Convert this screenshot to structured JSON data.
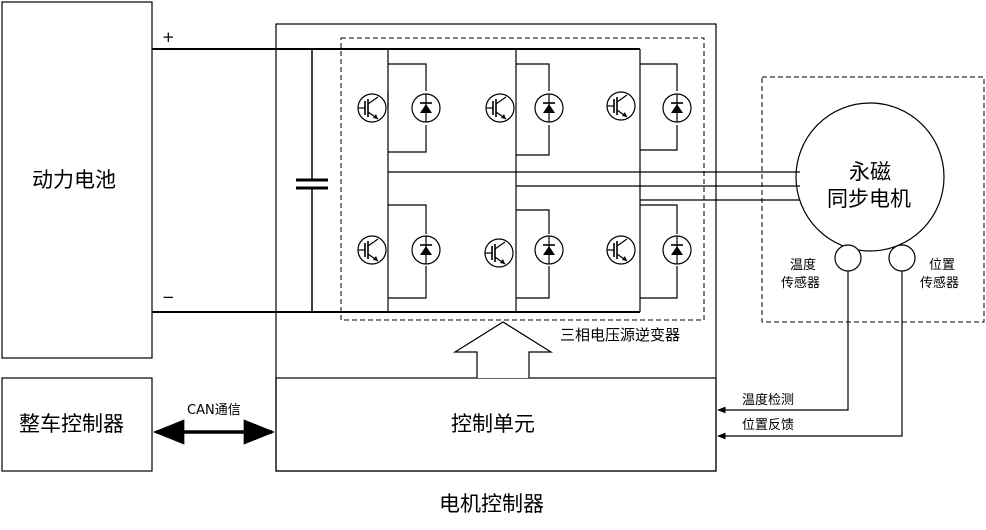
{
  "battery": {
    "label": "动力电池",
    "plus": "+",
    "minus": "−"
  },
  "vehicle_controller": {
    "label": "整车控制器"
  },
  "can_label": "CAN通信",
  "motor_controller": {
    "label": "电机控制器"
  },
  "control_unit": {
    "label": "控制单元"
  },
  "inverter": {
    "label": "三相电压源逆变器"
  },
  "motor": {
    "line1": "永磁",
    "line2": "同步电机"
  },
  "temp_sensor": {
    "line1": "温度",
    "line2": "传感器"
  },
  "pos_sensor": {
    "line1": "位置",
    "line2": "传感器"
  },
  "signals": {
    "temp_detect": "温度检测",
    "pos_feedback": "位置反馈"
  }
}
